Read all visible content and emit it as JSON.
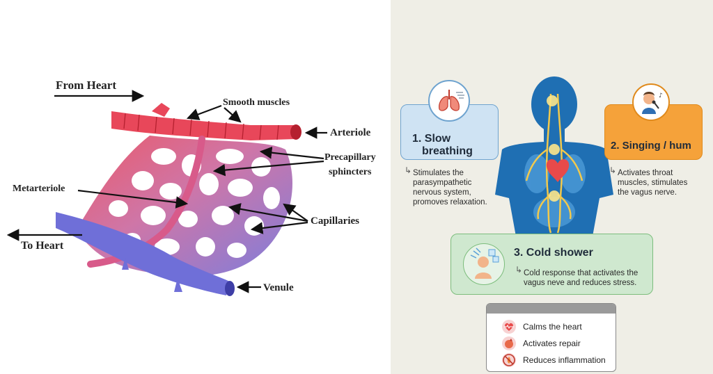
{
  "left_diagram": {
    "labels": {
      "from_heart": "From Heart",
      "smooth_muscles": "Smooth muscles",
      "arteriole": "Arteriole",
      "precapillary_1": "Precapillary",
      "precapillary_2": "sphincters",
      "metarteriole": "Metarteriole",
      "capillaries": "Capillaries",
      "to_heart": "To Heart",
      "venule": "Venule"
    },
    "colors": {
      "artery": "#e8475a",
      "vein": "#6f6fd8",
      "arrow": "#111111"
    }
  },
  "right_infographic": {
    "cards": [
      {
        "number_title": "1. Slow",
        "title_line2": "breathing",
        "icon": "lungs-icon",
        "description": [
          "Stimulates the",
          "parasympathetic",
          "nervous system,",
          "promoves relaxation."
        ],
        "color": "#cfe3f3",
        "border": "#6ea3cf"
      },
      {
        "number_title": "2. Singing / hum",
        "icon": "singing-person-icon",
        "description": [
          "Activates throat",
          "muscles, stimulates",
          "the vagus nerve."
        ],
        "color": "#f5a23a",
        "border": "#e08a1c"
      },
      {
        "number_title": "3. Cold shower",
        "icon": "shower-person-icon",
        "description": [
          "Cold response that activates the",
          "vagus neve and reduces stress."
        ],
        "color": "#cfe8cf",
        "border": "#7cbd7c"
      }
    ],
    "benefits": [
      {
        "label": "Calms the heart",
        "icon": "heart-pulse-icon"
      },
      {
        "label": "Activates repair",
        "icon": "repair-icon"
      },
      {
        "label": "Reduces inflammation",
        "icon": "no-fire-icon"
      }
    ],
    "colors": {
      "body": "#1f6fb3",
      "nerve": "#f2c94c",
      "background": "#efeee6"
    }
  }
}
